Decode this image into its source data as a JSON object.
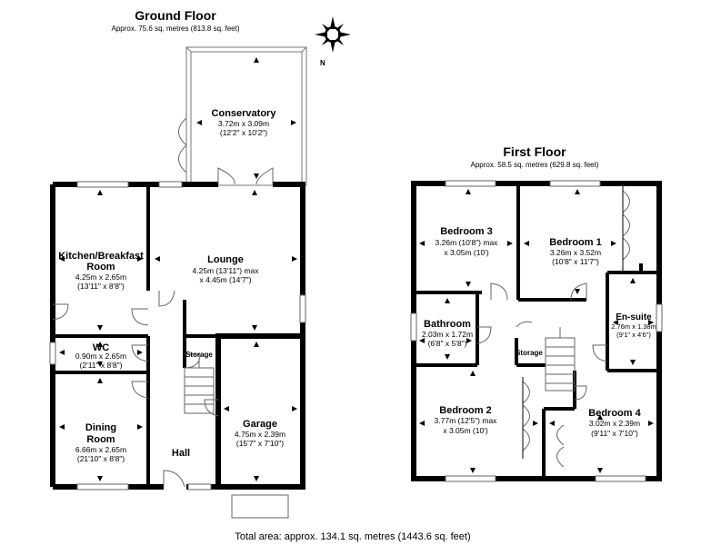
{
  "ground_floor": {
    "title": "Ground Floor",
    "area": "Approx. 75.6 sq. metres (813.8 sq. feet)",
    "rooms": {
      "conservatory": {
        "name": "Conservatory",
        "dim1": "3.72m x 3.09m",
        "dim2": "(12'2\" x 10'2\")"
      },
      "kitchen": {
        "name_line1": "Kitchen/Breakfast",
        "name_line2": "Room",
        "dim1": "4.25m x 2.65m",
        "dim2": "(13'11\" x 8'8\")"
      },
      "lounge": {
        "name": "Lounge",
        "dim1": "4.25m (13'11\") max",
        "dim2": "x 4.45m (14'7\")"
      },
      "wc": {
        "name": "WC",
        "dim1": "0.90m x 2.65m",
        "dim2": "(2'11\" x 8'8\")"
      },
      "storage": {
        "name": "Storage"
      },
      "dining": {
        "name_line1": "Dining",
        "name_line2": "Room",
        "dim1": "6.66m x 2.65m",
        "dim2": "(21'10\" x 8'8\")"
      },
      "garage": {
        "name": "Garage",
        "dim1": "4.75m x 2.39m",
        "dim2": "(15'7\" x 7'10\")"
      },
      "hall": {
        "name": "Hall"
      }
    }
  },
  "first_floor": {
    "title": "First Floor",
    "area": "Approx. 58.5 sq. metres (629.8 sq. feet)",
    "rooms": {
      "bedroom3": {
        "name": "Bedroom 3",
        "dim1": "3.26m (10'8\") max",
        "dim2": "x 3.05m (10')"
      },
      "bedroom1": {
        "name": "Bedroom 1",
        "dim1": "3.26m x 3.52m",
        "dim2": "(10'8\" x 11'7\")"
      },
      "bathroom": {
        "name": "Bathroom",
        "dim1": "2.03m x 1.72m",
        "dim2": "(6'8\" x 5'8\")"
      },
      "ensuite": {
        "name": "En-suite",
        "dim1": "2.76m x 1.38m",
        "dim2": "(9'1\" x 4'6\")"
      },
      "storage": {
        "name": "Storage"
      },
      "bedroom2": {
        "name": "Bedroom 2",
        "dim1": "3.77m (12'5\") max",
        "dim2": "x 3.05m (10')"
      },
      "bedroom4": {
        "name": "Bedroom 4",
        "dim1": "3.02m x 2.39m",
        "dim2": "(9'11\" x 7'10\")"
      }
    }
  },
  "compass": {
    "label": "N"
  },
  "total_area": "Total area: approx. 134.1 sq. metres (1443.6 sq. feet)"
}
